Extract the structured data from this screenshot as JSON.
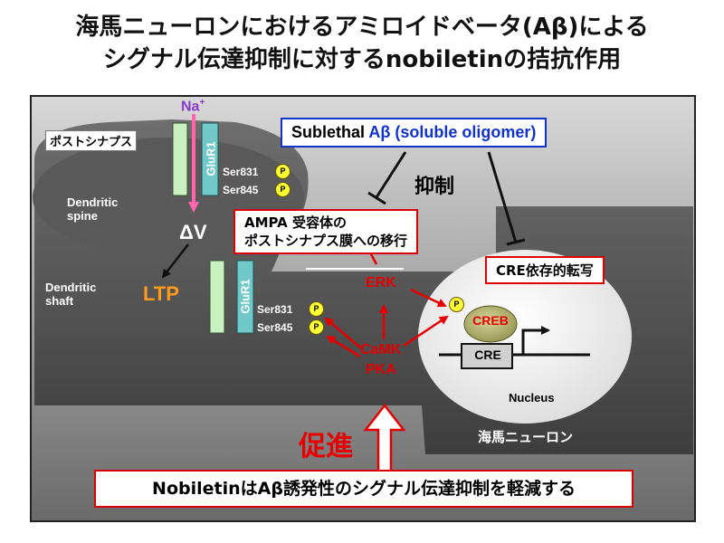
{
  "title": {
    "line1": "海馬ニューロンにおけるアミロイドベータ(Aβ)による",
    "line2": "シグナル伝達抑制に対するnobiletinの拮抗作用"
  },
  "diagram": {
    "postsynapse_label": "ポストシナプス",
    "na_label": "Na",
    "na_charge": "+",
    "dendritic_spine": [
      "Dendritic",
      "spine"
    ],
    "dendritic_shaft": [
      "Dendritic",
      "shaft"
    ],
    "delta_v": "ΔV",
    "ltp": "LTP",
    "glur1_upper": "GluR1",
    "glur1_lower": "GluR1",
    "phospho_sites_upper": [
      "Ser831",
      "Ser845"
    ],
    "phospho_sites_lower": [
      "Ser831",
      "Ser845"
    ],
    "phospho_symbol": "P",
    "sublethal": {
      "prefix": "Sublethal ",
      "abeta": "Aβ",
      "suffix": " (soluble oligomer)"
    },
    "inhibition_label": "抑制",
    "ampa_box": [
      "AMPA 受容体の",
      "ポストシナプス膜への移行"
    ],
    "cre_transcription": "CRE依存的転写",
    "erk": "ERK",
    "camk": "CaMK",
    "pka": "PKA",
    "creb": "CREB",
    "cre": "CRE",
    "nucleus": "Nucleus",
    "neuron_label": "海馬ニューロン",
    "promotion_label": "促進",
    "nobiletin_box": "NobiletinはAβ誘発性のシグナル伝達抑制を軽減する"
  },
  "colors": {
    "inhibit_red": "#e60000",
    "blue_border": "#1133cc",
    "ltp_orange": "#ff9a1a",
    "na_purple": "#8a3ac8",
    "channel_green": "#c8f0c0",
    "channel_teal": "#70c8c8",
    "phospho_yellow": "#ffff33"
  }
}
